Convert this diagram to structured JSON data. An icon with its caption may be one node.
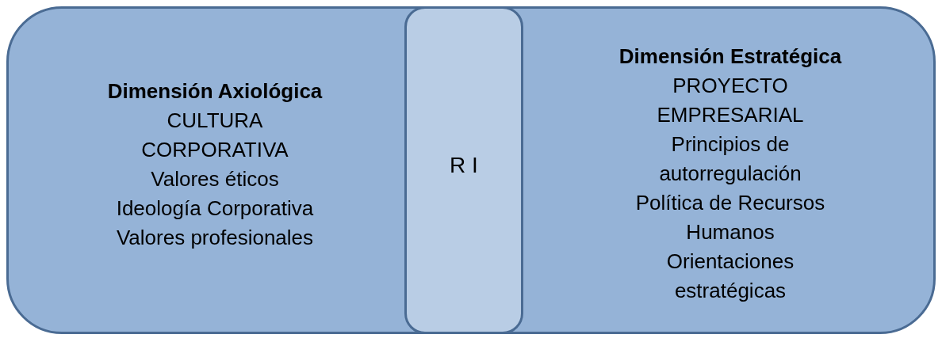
{
  "diagram": {
    "nodes": [
      {
        "text": [
          "Dimensión Axiológica",
          "CULTURA CORPORATIVA",
          "Valores éticos",
          "Ideología Corporativa",
          "Valores profesionales",
          "Dimensión Estratégica",
          "PROYECTO EMPRESARIAL",
          "Principios de autorregulación",
          "Política de Recursos Humanos",
          "Orientaciones estratégicas"
        ]
      },
      {
        "text": [
          "R I"
        ],
        "in": 0
      }
    ]
  }
}
